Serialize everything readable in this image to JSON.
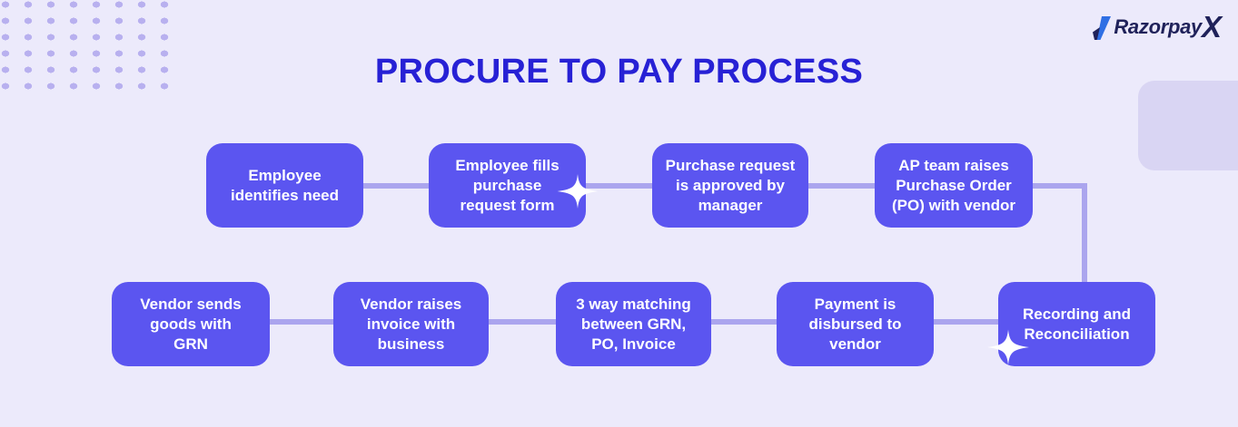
{
  "header": {
    "title": "PROCURE TO PAY PROCESS"
  },
  "brand": {
    "wordmark": "Razorpay",
    "suffix": "X"
  },
  "flow": {
    "nodes": [
      {
        "id": "employee-identifies-need",
        "lines": [
          "Employee",
          "identifies need"
        ]
      },
      {
        "id": "employee-fills-form",
        "lines": [
          "Employee fills",
          "purchase",
          "request form"
        ]
      },
      {
        "id": "request-approved",
        "lines": [
          "Purchase request",
          "is approved by",
          "manager"
        ]
      },
      {
        "id": "ap-raises-po",
        "lines": [
          "AP team raises",
          "Purchase Order",
          "(PO) with vendor"
        ]
      },
      {
        "id": "vendor-sends-goods",
        "lines": [
          "Vendor sends",
          "goods with",
          "GRN"
        ]
      },
      {
        "id": "vendor-raises-invoice",
        "lines": [
          "Vendor raises",
          "invoice with",
          "business"
        ]
      },
      {
        "id": "three-way-matching",
        "lines": [
          "3 way matching",
          "between GRN,",
          "PO, Invoice"
        ]
      },
      {
        "id": "payment-disbursed",
        "lines": [
          "Payment is",
          "disbursed to",
          "vendor"
        ]
      },
      {
        "id": "recording-reconciliation",
        "lines": [
          "Recording and",
          "Reconciliation"
        ]
      }
    ]
  },
  "colors": {
    "background": "#ECEAFB",
    "node_fill": "#5B55F0",
    "node_text": "#FFFFFF",
    "connector": "#ABA5EE",
    "title": "#2721D5",
    "brand_navy": "#20225A",
    "brand_blue": "#2F6FE4",
    "decoration_rect": "#D9D5F3",
    "dot_pattern": "#B8B0EF"
  }
}
